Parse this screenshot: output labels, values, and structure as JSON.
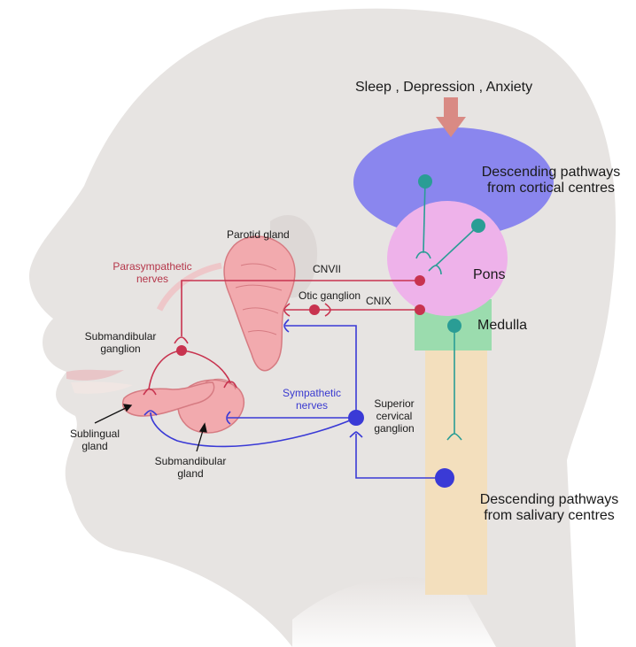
{
  "top_label": "Sleep , Depression , Anxiety",
  "cortex_label": [
    "Descending pathways",
    "from cortical centres"
  ],
  "pons_label": "Pons",
  "medulla_label": "Medulla",
  "salivary_label": [
    "Descending pathways",
    "from salivary centres"
  ],
  "parotid_label": "Parotid gland",
  "parasympathetic_label": [
    "Parasympathetic",
    "nerves"
  ],
  "cnvii_label": "CNVII",
  "otic_label": "Otic ganglion",
  "cnix_label": "CNIX",
  "submandibular_ganglion_label": [
    "Submandibular",
    "ganglion"
  ],
  "sympathetic_label": [
    "Sympathetic",
    "nerves"
  ],
  "superior_cervical_label": [
    "Superior",
    "cervical",
    "ganglion"
  ],
  "sublingual_label": [
    "Sublingual",
    "gland"
  ],
  "submandibular_gland_label": [
    "Submandibular",
    "gland"
  ],
  "colors": {
    "parasympathetic": "#c8334f",
    "sympathetic": "#3a3ad6",
    "central": "#2a9d95",
    "cortex": "#8a86ee",
    "pons": "#eeb2ea",
    "medulla": "#9bdcae",
    "spinal": "#f3dfbd",
    "arrow": "#d98a84",
    "gland": "#f2aaae"
  }
}
